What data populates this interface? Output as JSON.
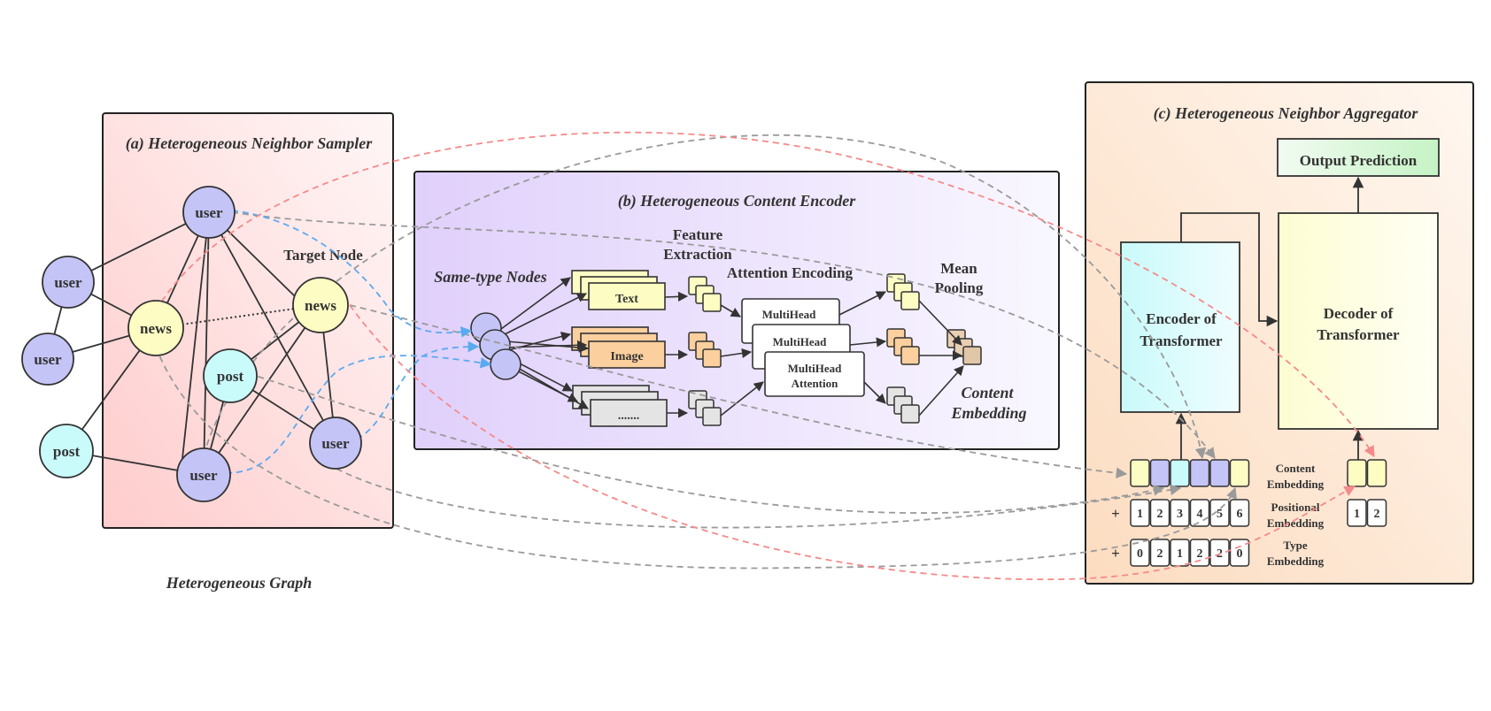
{
  "colors": {
    "user": "#c4c4f7",
    "news": "#fdfdc3",
    "post": "#c9fbfb",
    "text_box": "#fdfdc3",
    "image_box": "#fbcf9e",
    "other_box": "#e4e4e4",
    "edge": "#333333",
    "dash_gray": "#9a9a9a",
    "dash_blue": "#5aaaf0",
    "dash_red": "#f58a8a",
    "panel_a_bg": "#ffd3d3",
    "panel_b_bg": "#e3d4fb",
    "panel_c_bg": "#fde2c8",
    "encoder_bg": "#ccfbfb",
    "decoder_bg": "#fdfdda",
    "output_bg": "#c9f5c9"
  },
  "panel_a": {
    "title": "(a) Heterogeneous Neighbor Sampler",
    "target_label": "Target Node",
    "caption": "Heterogeneous Graph"
  },
  "graph": {
    "nodes": [
      {
        "id": "u_top",
        "label": "user",
        "type": "user"
      },
      {
        "id": "u_left1",
        "label": "user",
        "type": "user"
      },
      {
        "id": "u_left2",
        "label": "user",
        "type": "user"
      },
      {
        "id": "n_left",
        "label": "news",
        "type": "news"
      },
      {
        "id": "n_target",
        "label": "news",
        "type": "news"
      },
      {
        "id": "p_mid",
        "label": "post",
        "type": "post"
      },
      {
        "id": "p_left",
        "label": "post",
        "type": "post"
      },
      {
        "id": "u_bot",
        "label": "user",
        "type": "user"
      },
      {
        "id": "u_right",
        "label": "user",
        "type": "user"
      }
    ]
  },
  "panel_b": {
    "title": "(b) Heterogeneous Content Encoder",
    "same_type_label": "Same-type Nodes",
    "feature_label_1": "Feature",
    "feature_label_2": "Extraction",
    "attention_label": "Attention Encoding",
    "mean_label_1": "Mean",
    "mean_label_2": "Pooling",
    "content_label_1": "Content",
    "content_label_2": "Embedding",
    "text_label": "Text",
    "image_label": "Image",
    "other_label": ".......",
    "multihead_1": "MultiHead",
    "multihead_2": "MultiHead",
    "multihead_3a": "MultiHead",
    "multihead_3b": "Attention"
  },
  "panel_c": {
    "title": "(c) Heterogeneous Neighbor Aggregator",
    "output_label": "Output Prediction",
    "encoder_1": "Encoder of",
    "encoder_2": "Transformer",
    "decoder_1": "Decoder of",
    "decoder_2": "Transformer",
    "content_emb_1": "Content",
    "content_emb_2": "Embedding",
    "pos_emb_1": "Positional",
    "pos_emb_2": "Embedding",
    "type_emb_1": "Type",
    "type_emb_2": "Embedding",
    "plus": "+",
    "content_cells": [
      "news",
      "user",
      "post",
      "user",
      "user",
      "news"
    ],
    "positional_cells": [
      "1",
      "2",
      "3",
      "4",
      "5",
      "6"
    ],
    "type_cells": [
      "0",
      "2",
      "1",
      "2",
      "2",
      "0"
    ],
    "decoder_content_cells": [
      "news",
      "news"
    ],
    "decoder_positional_cells": [
      "1",
      "2"
    ]
  }
}
